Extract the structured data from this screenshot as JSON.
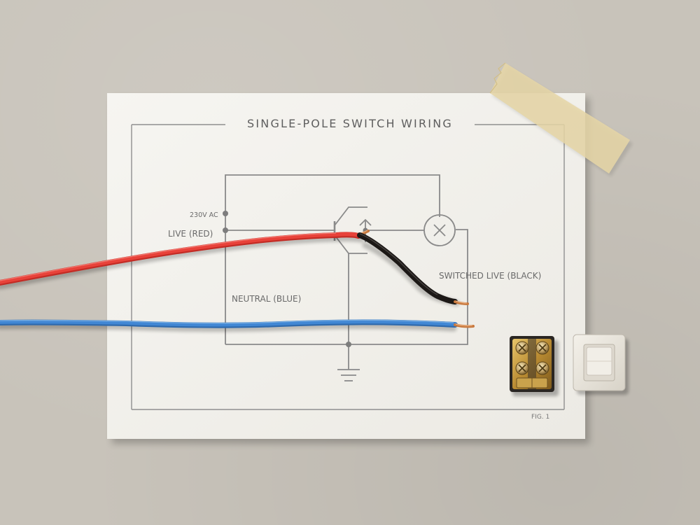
{
  "diagram": {
    "title": "SINGLE-POLE SWITCH WIRING",
    "supply_label": "230V AC",
    "live_label": "LIVE (RED)",
    "neutral_label": "NEUTRAL (BLUE)",
    "switched_live_label": "SWITCHED LIVE (BLACK)",
    "figure_label": "FIG. 1"
  },
  "colors": {
    "background": "#c8c3ba",
    "paper": "#f3f1ec",
    "ink": "#8a8a8a",
    "live_wire": "#e63b32",
    "neutral_wire": "#3e7fc6",
    "switched_wire": "#1e1a18",
    "copper": "#c87a4a",
    "tape": "#e4d3a3"
  },
  "objects": [
    "red-wire",
    "blue-wire",
    "black-wire",
    "terminal-block",
    "rocker-switch",
    "masking-tape"
  ]
}
